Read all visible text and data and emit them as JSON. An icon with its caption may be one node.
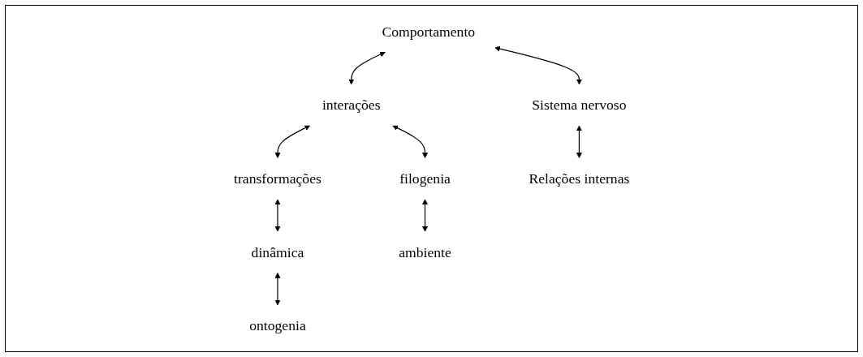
{
  "diagram": {
    "nodes": [
      {
        "text": [
          "Comportamento"
        ]
      },
      {
        "text": [
          "interações"
        ]
      },
      {
        "text": [
          "transformações"
        ]
      },
      {
        "text": [
          "Sistema nervoso"
        ]
      },
      {
        "text": [
          "filogenia"
        ]
      },
      {
        "text": [
          "dinâmica"
        ]
      },
      {
        "text": [
          "Relações internas"
        ]
      },
      {
        "text": [
          "ambiente"
        ]
      },
      {
        "text": [
          "ontogenia"
        ]
      }
    ],
    "edges": [
      {
        "from": 0,
        "to": 1,
        "arrow": "both"
      },
      {
        "from": 1,
        "to": 2,
        "arrow": "both"
      },
      {
        "from": 0,
        "to": 3,
        "arrow": "both"
      },
      {
        "from": 1,
        "to": 4,
        "arrow": "both"
      },
      {
        "from": 2,
        "to": 5,
        "arrow": "both"
      },
      {
        "from": 3,
        "to": 6,
        "arrow": "both"
      },
      {
        "from": 4,
        "to": 7,
        "arrow": "both"
      },
      {
        "from": 5,
        "to": 8,
        "arrow": "both"
      }
    ]
  }
}
